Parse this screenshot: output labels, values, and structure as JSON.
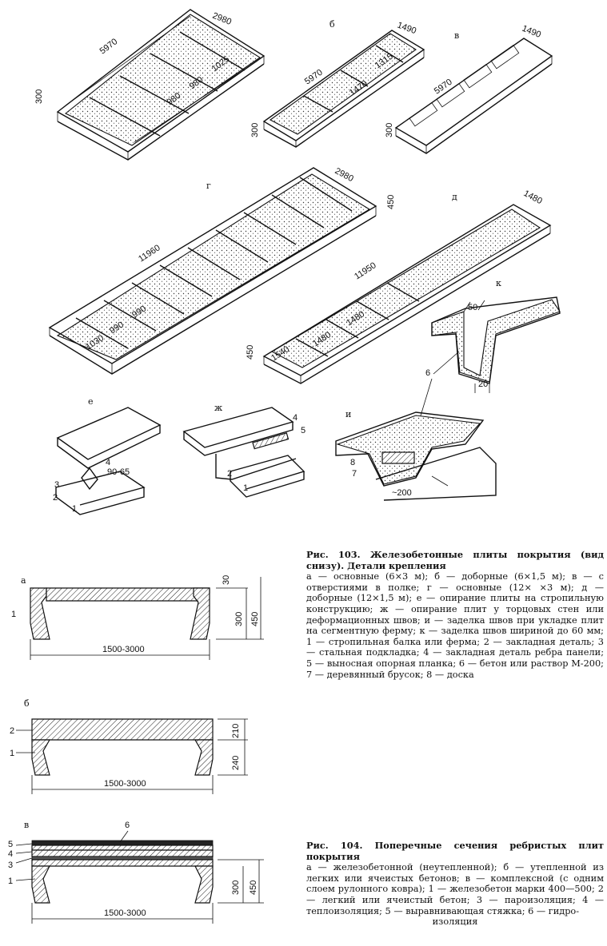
{
  "figure103": {
    "panels": {
      "a": {
        "dims": [
          "2980",
          "5970",
          "300",
          "1025",
          "980",
          "980"
        ]
      },
      "b": {
        "letter": "б",
        "dims": [
          "1490",
          "5970",
          "1470",
          "1315",
          "300"
        ]
      },
      "v": {
        "letter": "в",
        "dims": [
          "1490",
          "5970",
          "300"
        ]
      },
      "g": {
        "letter": "г",
        "dims": [
          "2980",
          "11960",
          "450",
          "1030",
          "990",
          "990"
        ]
      },
      "d": {
        "letter": "д",
        "dims": [
          "1480",
          "11950",
          "450",
          "1540",
          "1480",
          "1480"
        ]
      },
      "k": {
        "letter": "к",
        "dims": [
          "50",
          "20",
          "6"
        ]
      },
      "e": {
        "letter": "е",
        "dims": [
          "90-65"
        ],
        "callouts": [
          "1",
          "2",
          "3",
          "4"
        ]
      },
      "zh": {
        "letter": "ж",
        "callouts": [
          "1",
          "2",
          "4",
          "5"
        ]
      },
      "i": {
        "letter": "и",
        "dims": [
          "~200"
        ],
        "callouts": [
          "7",
          "8"
        ]
      }
    },
    "caption_title": "Рис. 103. Железобетонные плиты покрытия (вид снизу). Детали крепления",
    "caption_body": "а — основные (6×3 м); б — доборные (6×1,5 м); в — с отверстиями в полке; г — основные (12× ×3 м); д — доборные (12×1,5 м); е — опирание плиты на стропильную конструкцию; ж — опирание плит у торцовых стен или деформационных швов; и — заделка швов при укладке плит на сегментную ферму; к — заделка швов шириной до 60 мм; 1 — стропильная балка или ферма; 2 — закладная деталь; 3 — стальная подкладка; 4 — закладная деталь ребра панели; 5 — выносная опорная планка; 6 — бетон или раствор М-200; 7 — деревянный брусок; 8 — доска"
  },
  "figure104": {
    "sections": {
      "a": {
        "letter": "а",
        "dims": [
          "30",
          "300",
          "450",
          "1500-3000"
        ],
        "callouts": [
          "1"
        ]
      },
      "b": {
        "letter": "б",
        "dims": [
          "210",
          "240",
          "1500-3000"
        ],
        "callouts": [
          "1",
          "2"
        ]
      },
      "v": {
        "letter": "в",
        "dims": [
          "300",
          "450",
          "1500-3000"
        ],
        "callouts": [
          "1",
          "3",
          "4",
          "5",
          "6"
        ]
      }
    },
    "caption_title": "Рис. 104. Поперечные сечения ребристых плит покрытия",
    "caption_body": "а — железобетонной (неутепленной); б — утепленной из легких или ячеистых бетонов; в — комплексной (с одним слоем рулонного ковра); 1 — железобетон марки 400—500; 2 — легкий или ячеистый бетон; 3 — пароизоляция; 4 — теплоизоляция; 5 — выравнивающая стяжка; 6 — гидро-",
    "caption_tail": "изоляция"
  }
}
